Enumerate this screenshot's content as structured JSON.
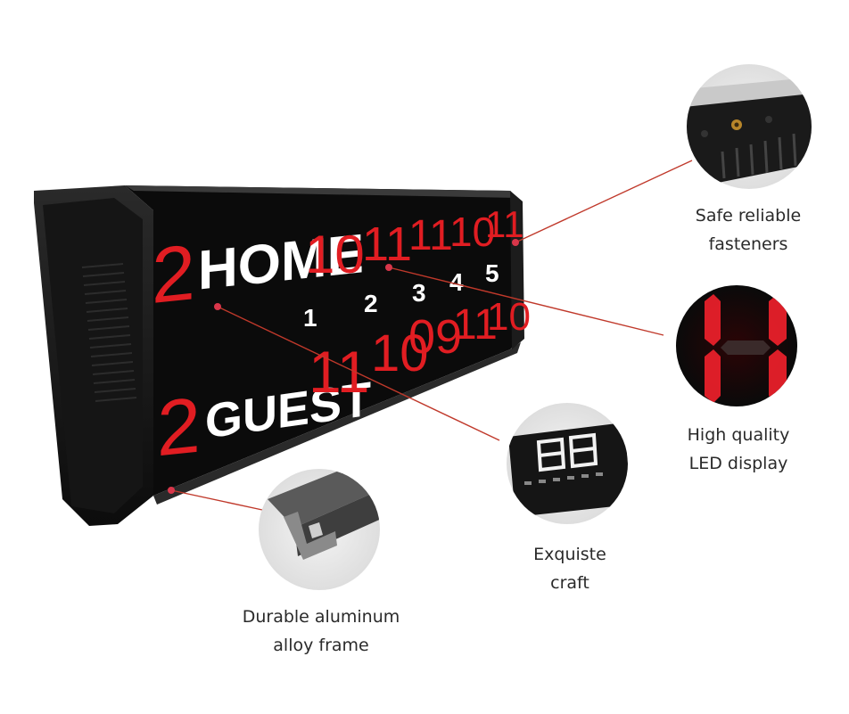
{
  "scoreboard": {
    "home": {
      "label": "HOME",
      "score": "2",
      "periods": [
        "10",
        "11",
        "11",
        "10",
        "11"
      ]
    },
    "guest": {
      "label": "GUEST",
      "score": "2",
      "periods": [
        "11",
        "10",
        "09",
        "11",
        "10"
      ]
    },
    "period_numbers": [
      "1",
      "2",
      "3",
      "4",
      "5"
    ]
  },
  "callouts": {
    "fasteners": {
      "line1": "Safe reliable",
      "line2": "fasteners"
    },
    "led": {
      "line1": "High quality",
      "line2": "LED display"
    },
    "craft": {
      "line1": "Exquiste",
      "line2": "craft"
    },
    "frame": {
      "line1": "Durable aluminum",
      "line2": "alloy frame"
    }
  },
  "colors": {
    "led_red": "#e8202a",
    "leader_line": "#c0392b",
    "panel": "#0b0b0b"
  }
}
